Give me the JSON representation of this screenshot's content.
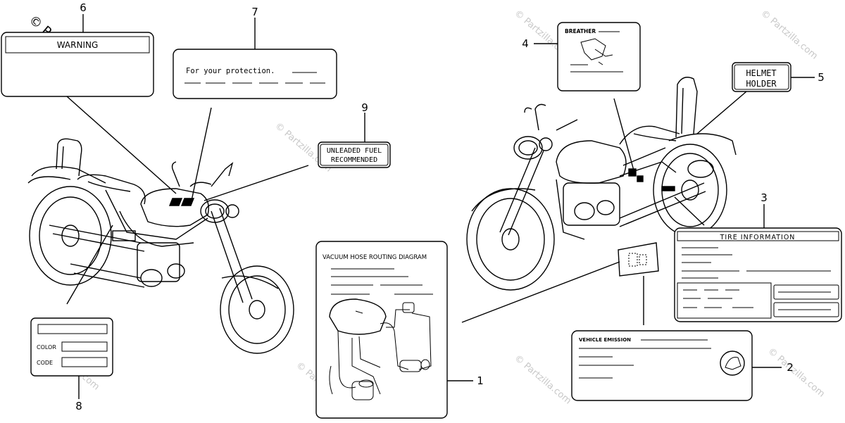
{
  "watermark": {
    "text": "© Partzilla.com",
    "primary": "© Partzilla.com"
  },
  "callouts": {
    "n1": "1",
    "n2": "2",
    "n3": "3",
    "n4": "4",
    "n5": "5",
    "n6": "6",
    "n7": "7",
    "n8": "8",
    "n9": "9"
  },
  "labels": {
    "warning": "WARNING",
    "protection": "For your protection.",
    "fuel_line1": "UNLEADED FUEL",
    "fuel_line2": "RECOMMENDED",
    "color": "COLOR",
    "code": "CODE",
    "vacuum": "VACUUM HOSE ROUTING DIAGRAM",
    "breather": "BREATHER",
    "helmet_line1": "HELMET",
    "helmet_line2": "HOLDER",
    "tire": "TIRE INFORMATION",
    "emission": "VEHICLE EMISSION"
  },
  "colors": {
    "ink": "#000000",
    "paper": "#ffffff",
    "watermark": "#c8c8c8"
  }
}
